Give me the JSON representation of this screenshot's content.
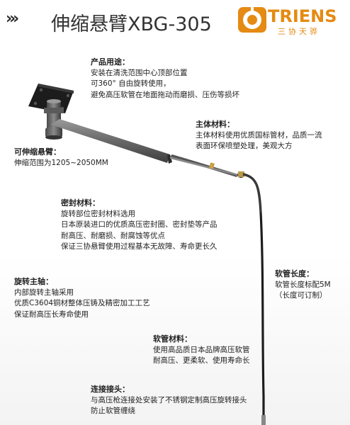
{
  "header": {
    "chevrons": "›››",
    "title": "伸缩悬臂XBG-305",
    "logo_text": "TRIENS",
    "logo_cn": "三协天骅",
    "logo_color": "#e58a12"
  },
  "sections": {
    "usage": {
      "heading": "产品用途：",
      "lines": [
        "安装在清洗范围中心顶部位置",
        "可360°  自由旋转使用，",
        "避免高压软管在地面拖动而磨损、压伤等损坏"
      ]
    },
    "body_material": {
      "heading": "主体材料：",
      "lines": [
        "主体材料使用优质国标管材，品质一流",
        "表面环保喷塑处理，美观大方"
      ]
    },
    "arm": {
      "heading": "可伸缩悬臂：",
      "lines": [
        "伸缩范围为1205~2050MM"
      ]
    },
    "seal": {
      "heading": "密封材料：",
      "lines": [
        "旋转部位密封材料选用",
        "日本原装进口的优质高压密封圈、密封垫等产品",
        "耐高压、耐磨损、耐腐蚀等优点",
        "保证三协悬臂使用过程基本无故障、寿命更长久"
      ]
    },
    "shaft": {
      "heading": "旋转主轴：",
      "lines": [
        "内部旋转主轴采用",
        "优质C3604铜材整体压铸及精密加工工艺",
        "保证耐高压长寿命使用"
      ]
    },
    "hose_length": {
      "heading": "软管长度：",
      "lines": [
        "软管长度标配5M",
        "（长度可订制）"
      ]
    },
    "hose_material": {
      "heading": "软管材料：",
      "lines": [
        "使用高品质日本品牌高压软管",
        "耐高压、更柔软、使用寿命长"
      ]
    },
    "connector": {
      "heading": "连接接头：",
      "lines": [
        "与高压枪连接处安装了不锈钢定制高压旋转接头",
        "防止软管缠绕"
      ]
    }
  }
}
